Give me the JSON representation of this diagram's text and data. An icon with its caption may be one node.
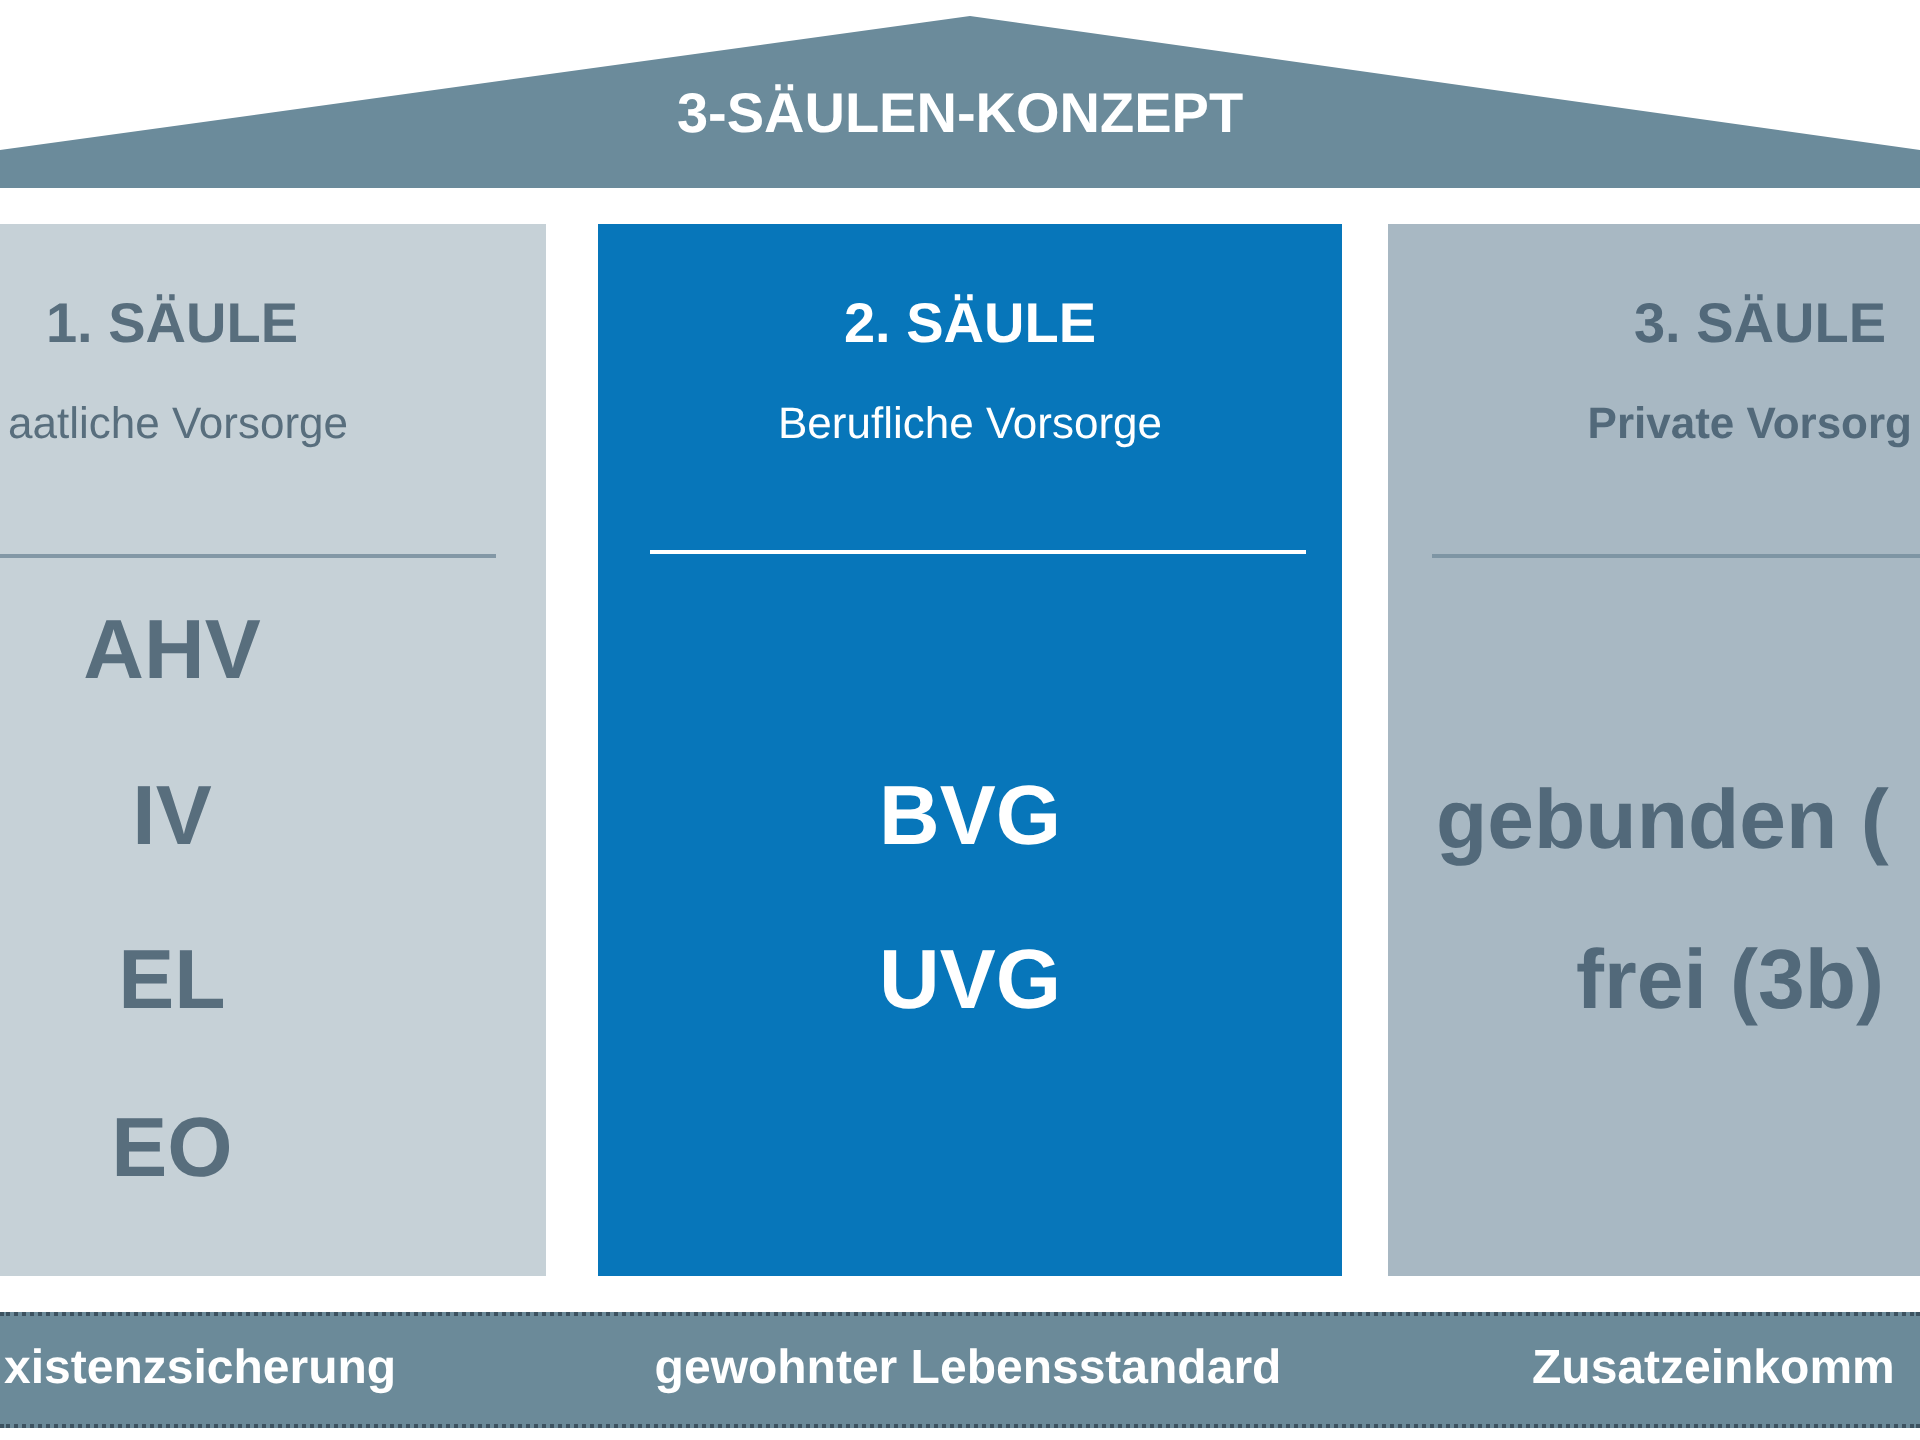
{
  "diagram": {
    "nodes": [
      {
        "text": [
          "3-SÄULEN-KONZEPT"
        ]
      },
      {
        "text": [
          "1. SÄULE",
          "aatliche Vorsorge",
          "AHV",
          "IV",
          "EL",
          "EO"
        ]
      },
      {
        "text": [
          "2. SÄULE",
          "Berufliche Vorsorge",
          "BVG",
          "UVG"
        ]
      },
      {
        "text": [
          "3. SÄULE",
          "Private Vorsorg",
          "gebunden (",
          "frei (3b)"
        ]
      },
      {
        "text": [
          "xistenzsicherung",
          "gewohnter Lebensstandard",
          "Zusatzeinkomm"
        ]
      }
    ]
  }
}
